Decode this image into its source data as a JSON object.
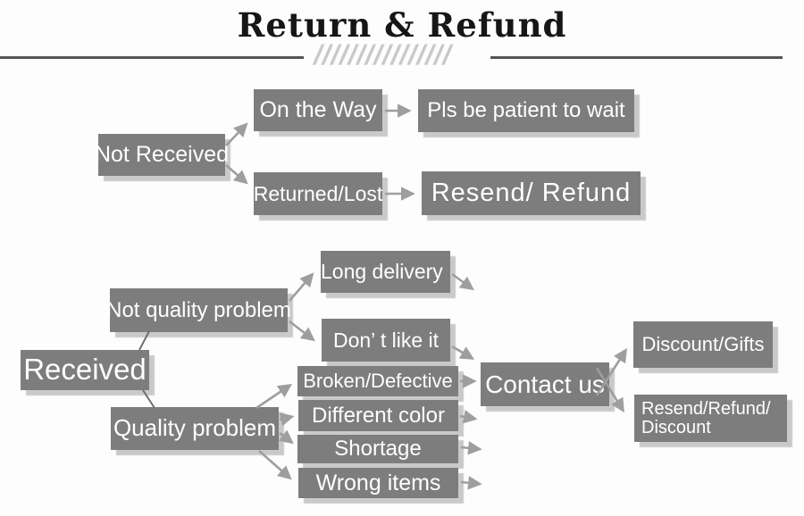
{
  "title": "Return & Refund",
  "divider_slashes": "////////////////",
  "colors": {
    "box_bg": "#7d7d7d",
    "box_text": "#ffffff",
    "box_shadow": "#c9c9c9",
    "arrow": "#9e9e9e",
    "connector_line": "#6e6e6e",
    "divider_line": "#545454",
    "slashes": "#c9c9c9",
    "title_text": "#161616"
  },
  "flowchart": {
    "nodes": {
      "not_received": "Not Received",
      "on_the_way": "On the Way",
      "pls_wait": "Pls be patient to wait",
      "returned_lost": "Returned/Lost",
      "resend_refund": "Resend/ Refund",
      "received": "Received",
      "not_quality_problem": "Not quality problem",
      "long_delivery": "Long delivery",
      "dont_like_it": "Don’ t like it",
      "quality_problem": "Quality problem",
      "broken_defective": "Broken/Defective",
      "different_color": "Different color",
      "shortage": "Shortage",
      "wrong_items": "Wrong items",
      "contact_us": "Contact us",
      "discount_gifts": "Discount/Gifts",
      "resend_refund_discount": {
        "line1": "Resend/Refund/",
        "line2": "Discount"
      }
    }
  }
}
